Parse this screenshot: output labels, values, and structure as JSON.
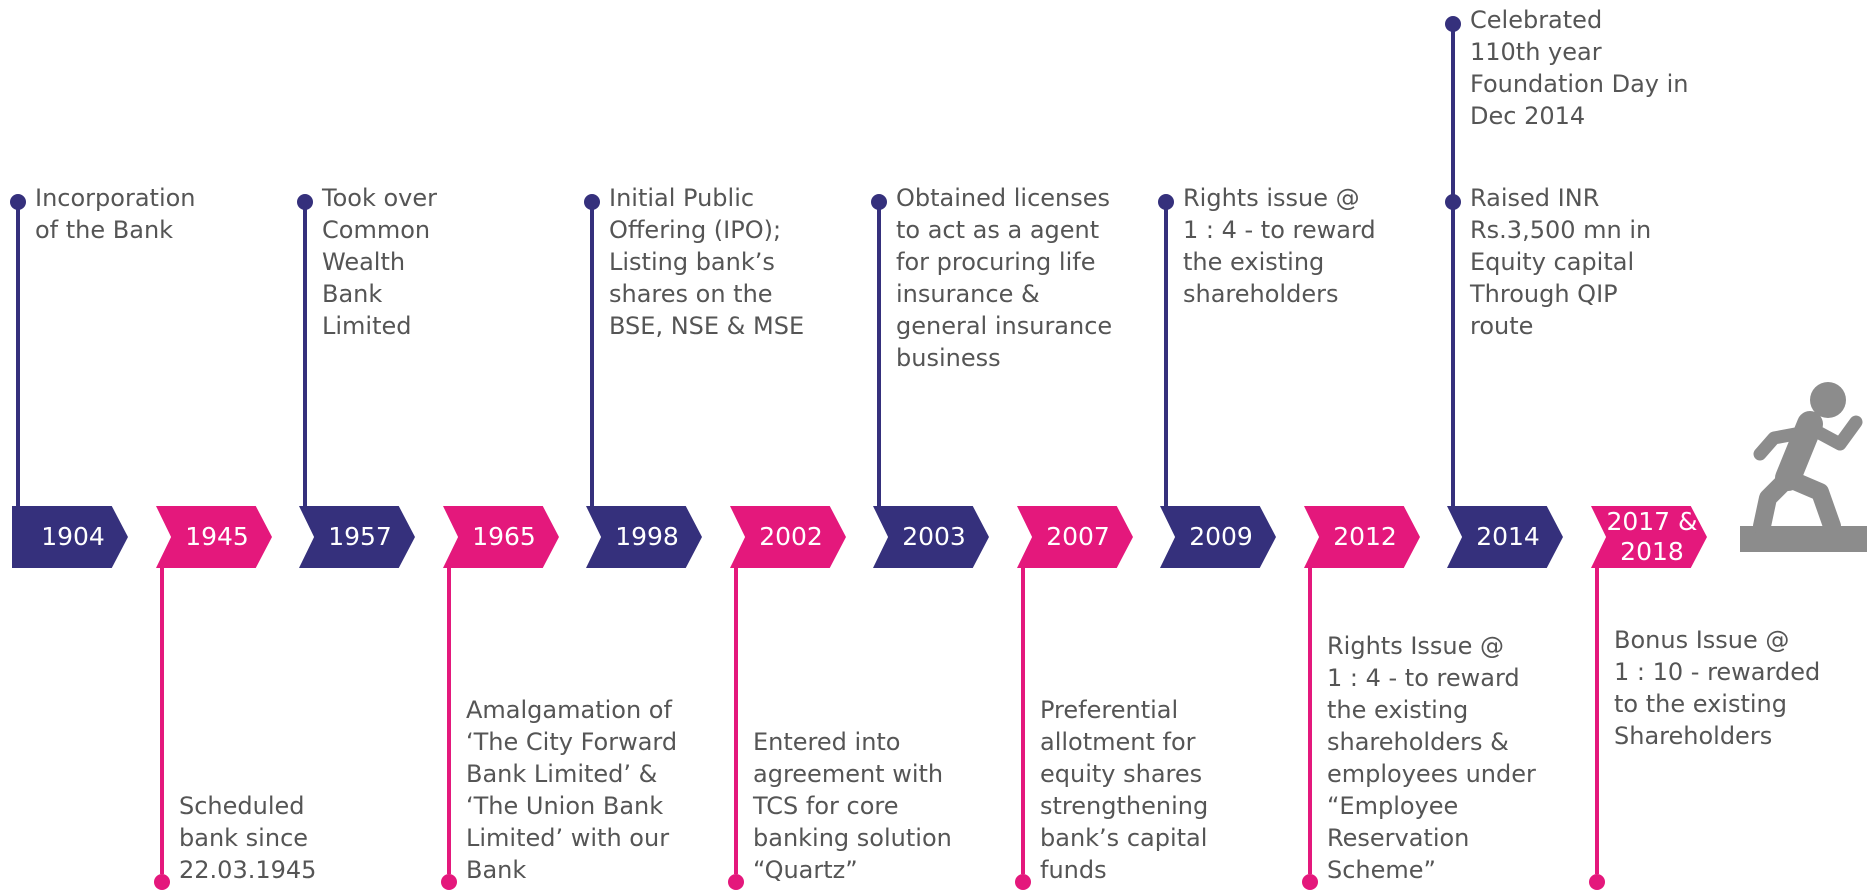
{
  "colors": {
    "navy": "#35307c",
    "pink": "#e4187c",
    "text": "#555555",
    "figure": "#8c8c8c"
  },
  "milestones": [
    {
      "year": "1904",
      "color": "navy",
      "side": "top",
      "events": [
        {
          "text": "Incorporation\nof the Bank"
        }
      ]
    },
    {
      "year": "1945",
      "color": "pink",
      "side": "bottom",
      "events": [
        {
          "text": "Scheduled\nbank since\n22.03.1945"
        }
      ]
    },
    {
      "year": "1957",
      "color": "navy",
      "side": "top",
      "events": [
        {
          "text": "Took over\nCommon\nWealth\nBank\nLimited"
        }
      ]
    },
    {
      "year": "1965",
      "color": "pink",
      "side": "bottom",
      "events": [
        {
          "text": "Amalgamation of\n‘The City Forward\nBank Limited’ &\n‘The Union Bank\nLimited’ with our\nBank"
        }
      ]
    },
    {
      "year": "1998",
      "color": "navy",
      "side": "top",
      "events": [
        {
          "text": "Initial Public\nOffering (IPO);\nListing bank’s\nshares on the\nBSE, NSE & MSE"
        }
      ]
    },
    {
      "year": "2002",
      "color": "pink",
      "side": "bottom",
      "events": [
        {
          "text": "Entered into\nagreement with\nTCS for core\nbanking solution\n“Quartz”"
        }
      ]
    },
    {
      "year": "2003",
      "color": "navy",
      "side": "top",
      "events": [
        {
          "text": "Obtained licenses\nto act as a agent\nfor procuring life\ninsurance &\ngeneral insurance\nbusiness"
        }
      ]
    },
    {
      "year": "2007",
      "color": "pink",
      "side": "bottom",
      "events": [
        {
          "text": "Preferential\nallotment for\nequity shares\nstrengthening\nbank’s capital\nfunds"
        }
      ]
    },
    {
      "year": "2009",
      "color": "navy",
      "side": "top",
      "events": [
        {
          "text": "Rights issue @\n1 : 4 - to reward\nthe existing\nshareholders"
        }
      ]
    },
    {
      "year": "2012",
      "color": "pink",
      "side": "bottom",
      "events": [
        {
          "text": "Rights Issue @\n1 : 4 - to reward\nthe existing\nshareholders &\nemployees under\n“Employee\n Reservation\nScheme”"
        }
      ]
    },
    {
      "year": "2014",
      "color": "navy",
      "side": "top",
      "events": [
        {
          "text": "Celebrated\n110th year\nFoundation Day in\nDec 2014"
        },
        {
          "text": "Raised INR\nRs.3,500 mn in\nEquity capital\nThrough QIP\nroute"
        }
      ]
    },
    {
      "year": "2017 &\n2018",
      "color": "pink",
      "side": "bottom",
      "events": [
        {
          "text": "Bonus Issue @\n1 : 10 - rewarded\nto the existing\nShareholders"
        }
      ]
    }
  ],
  "figure_icon": "running-person-stairs-icon"
}
